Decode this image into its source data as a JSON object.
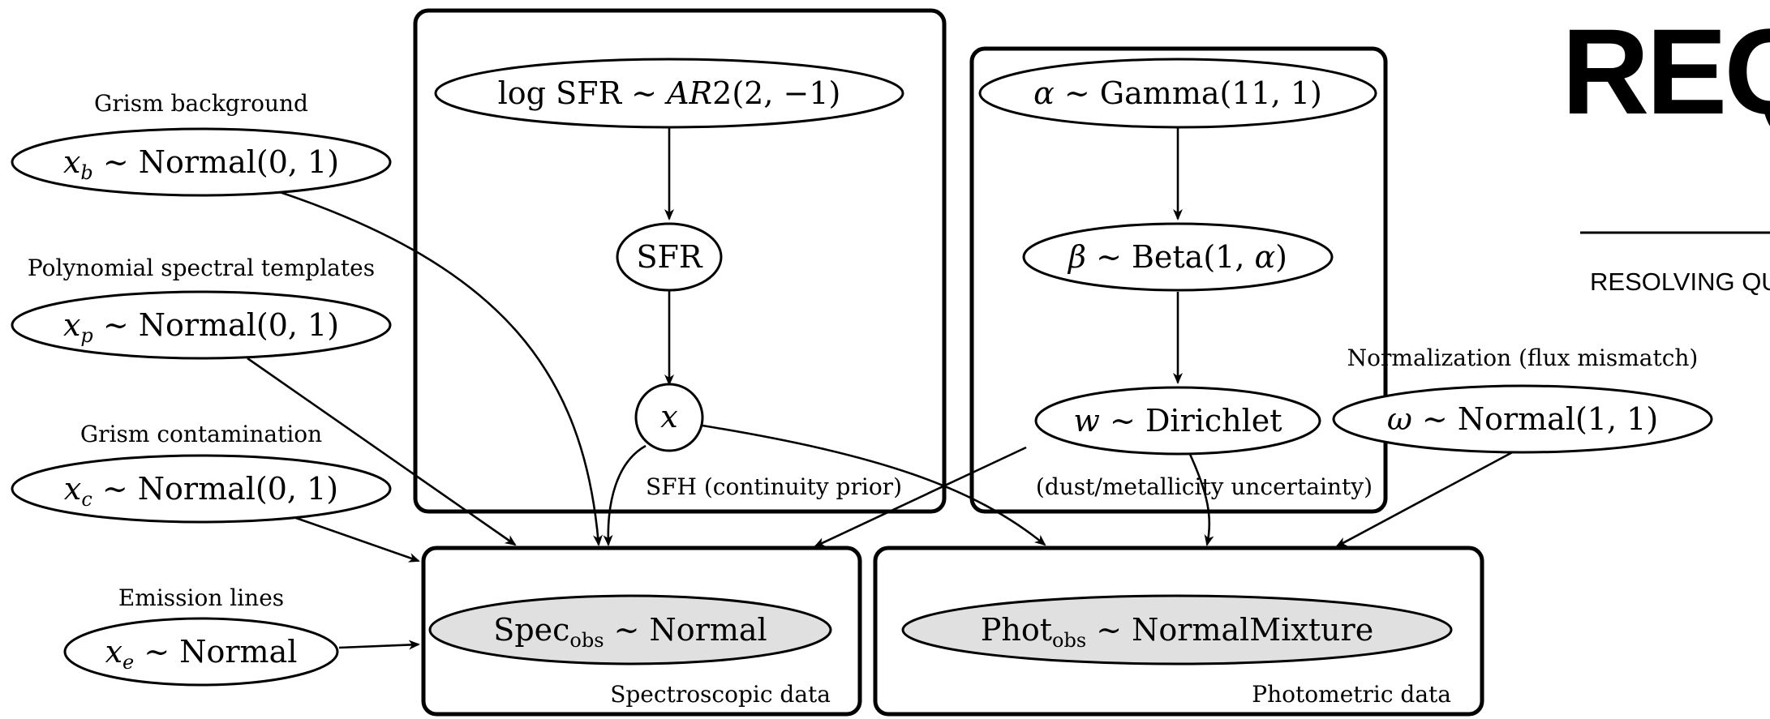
{
  "logo": {
    "mark": "REQ",
    "tagline": "RESOLVING QUIES"
  },
  "plates": {
    "sfh": "SFH (continuity prior)",
    "dust": "(dust/metallicity uncertainty)",
    "spec": "Spectroscopic data",
    "phot": "Photometric data"
  },
  "labels": {
    "grism_background": "Grism background",
    "polynomial": "Polynomial spectral templates",
    "contamination": "Grism contamination",
    "emission": "Emission lines",
    "normalization": "Normalization (flux mismatch)"
  },
  "nodes": {
    "xb": {
      "var": "x",
      "sub": "b",
      "rest": " ∼ Normal(0, 1)"
    },
    "xp": {
      "var": "x",
      "sub": "p",
      "rest": " ∼ Normal(0, 1)"
    },
    "xc": {
      "var": "x",
      "sub": "c",
      "rest": " ∼ Normal(0, 1)"
    },
    "xe": {
      "var": "x",
      "sub": "e",
      "rest": " ∼ Normal"
    },
    "logsfr": {
      "pre": "log SFR ∼ ",
      "var": "AR",
      "post": "2(2, −1)"
    },
    "sfr": {
      "text": "SFR"
    },
    "x": {
      "var": "x"
    },
    "alpha": {
      "var": "α",
      "rest": " ∼ Gamma(11, 1)"
    },
    "beta": {
      "var": "β",
      "mid": " ∼ Beta(1, ",
      "var2": "α",
      "post": ")"
    },
    "w": {
      "var": "w",
      "rest": " ∼ Dirichlet"
    },
    "omega": {
      "var": "ω",
      "rest": " ∼ Normal(1, 1)"
    },
    "spec": {
      "base": "Spec",
      "sub": "obs",
      "rest": " ∼ Normal"
    },
    "phot": {
      "base": "Phot",
      "sub": "obs",
      "rest": " ∼ NormalMixture"
    }
  }
}
